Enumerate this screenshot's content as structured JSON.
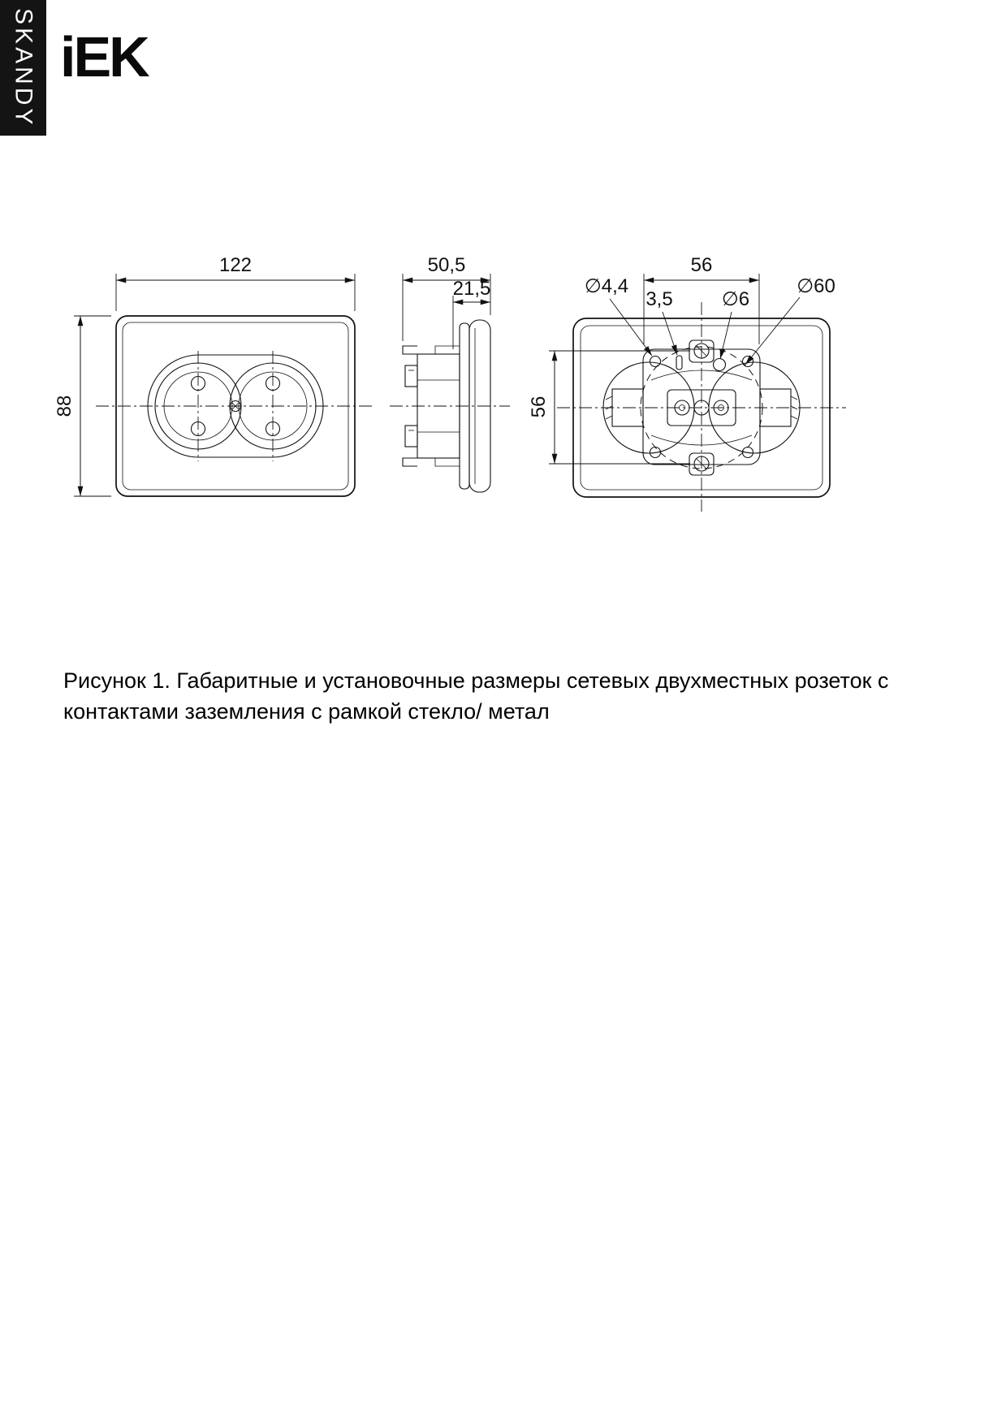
{
  "page": {
    "brand_vertical": "SKANDY",
    "logo_text": "iEK",
    "caption": "Рисунок 1. Габаритные и установочные размеры сетевых двухместных розеток с контактами заземления с рамкой стекло/ метал"
  },
  "figure": {
    "front_view": {
      "width": "122",
      "height": "88"
    },
    "side_view": {
      "total_depth": "50,5",
      "front_depth": "21,5"
    },
    "back_view": {
      "hole_spacing_horizontal": "56",
      "hole_spacing_vertical": "56",
      "claw_hole_diameter": "∅4,4",
      "slot_width": "3,5",
      "screw_hole_diameter": "∅6",
      "box_diameter": "∅60"
    }
  }
}
